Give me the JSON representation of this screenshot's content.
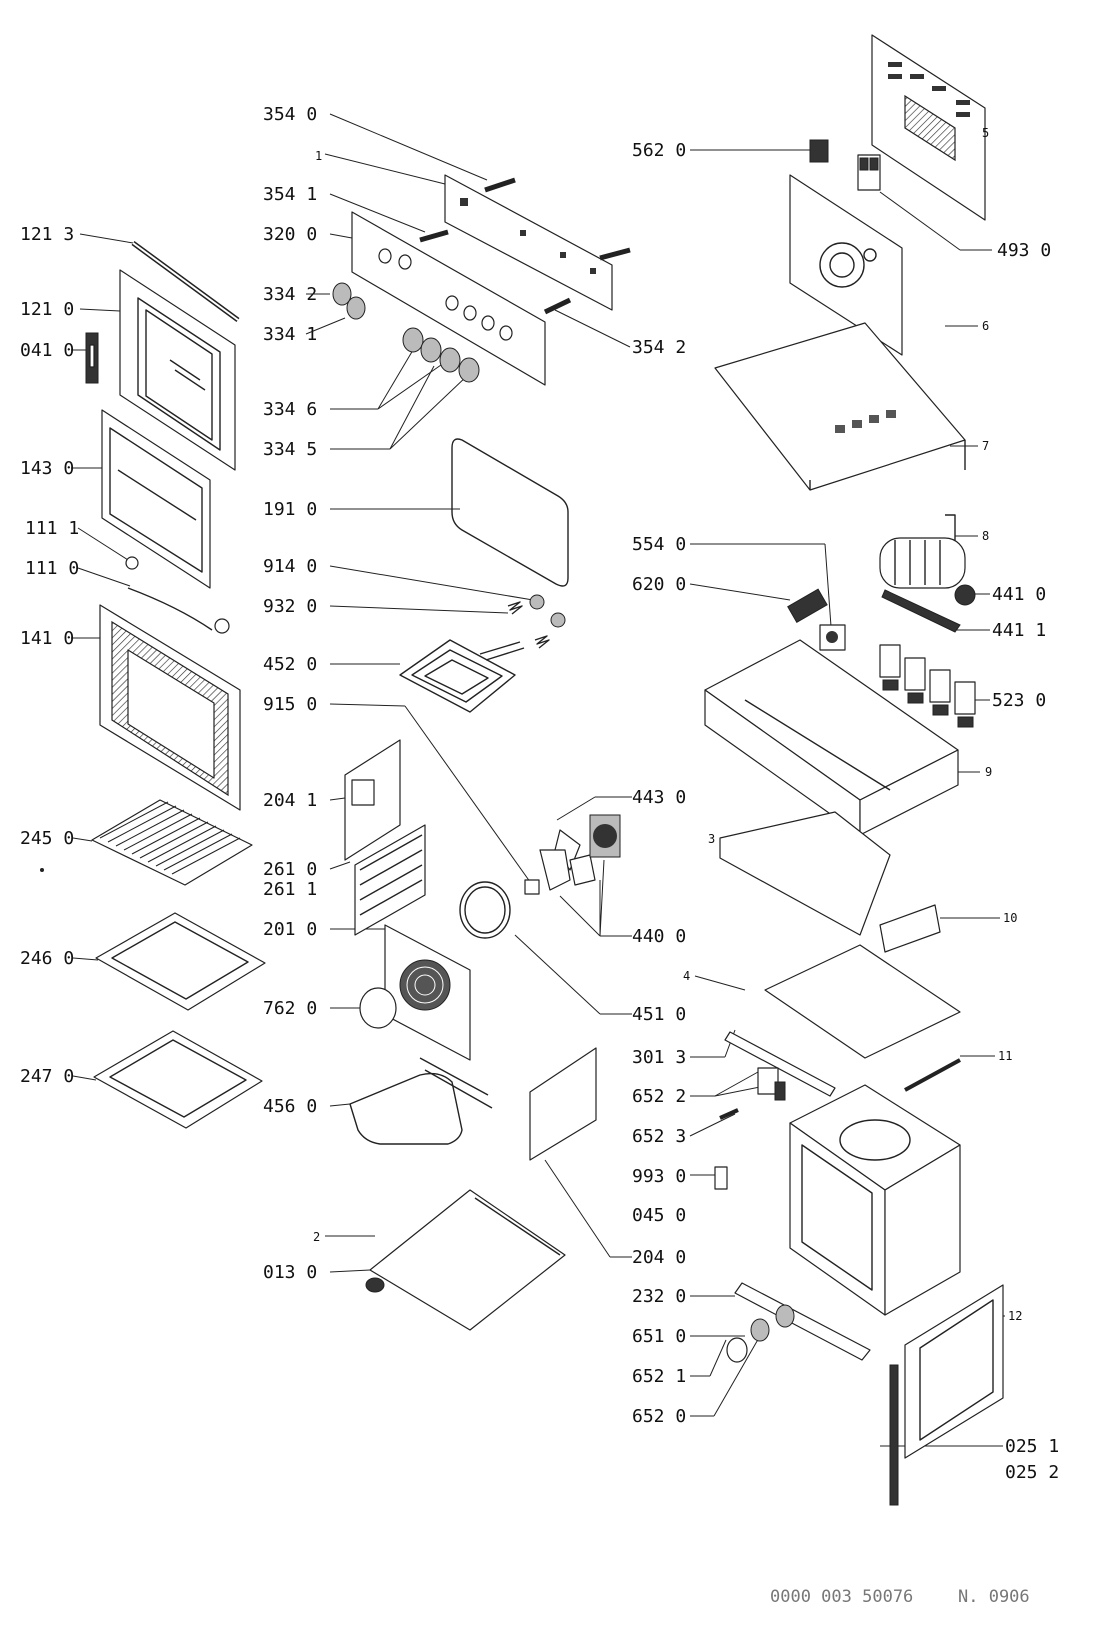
{
  "labels": {
    "l3540": "354 0",
    "l1": "1",
    "l3541": "354 1",
    "l3200": "320 0",
    "l3342": "334 2",
    "l3341": "334 1",
    "l3542": "354 2",
    "l3346": "334 6",
    "l3345": "334 5",
    "l1213": "121 3",
    "l1210": "121 0",
    "l0410": "041 0",
    "l1430": "143 0",
    "l1111": "111 1",
    "l1110": "111 0",
    "l1410": "141 0",
    "l2450": "245 0",
    "l2460": "246 0",
    "l2470": "247 0",
    "l1910": "191 0",
    "l9140": "914 0",
    "l9320": "932 0",
    "l4520": "452 0",
    "l9150": "915 0",
    "l2041": "204 1",
    "l2610": "261 0",
    "l2611": "261 1",
    "l2010": "201 0",
    "l7620": "762 0",
    "l4560": "456 0",
    "l2": "2",
    "l0130": "013 0",
    "l5620": "562 0",
    "l5": "5",
    "l4930": "493 0",
    "l6": "6",
    "l7": "7",
    "l8": "8",
    "l5540": "554 0",
    "l6200": "620 0",
    "l4410": "441 0",
    "l4411": "441 1",
    "l5230": "523 0",
    "l9": "9",
    "l4430": "443 0",
    "l3": "3",
    "l4400": "440 0",
    "l10": "10",
    "l4": "4",
    "l4510": "451 0",
    "l3013": "301 3",
    "l11": "11",
    "l6522": "652 2",
    "l6523": "652 3",
    "l9930": "993 0",
    "l0450": "045 0",
    "l2040": "204 0",
    "l2320": "232 0",
    "l12": "12",
    "l6510": "651 0",
    "l6521": "652 1",
    "l6520": "652 0",
    "l0251": "025 1",
    "l0252": "025 2"
  },
  "footer": {
    "code": "0000 003 50076",
    "number": "N. 0906"
  }
}
